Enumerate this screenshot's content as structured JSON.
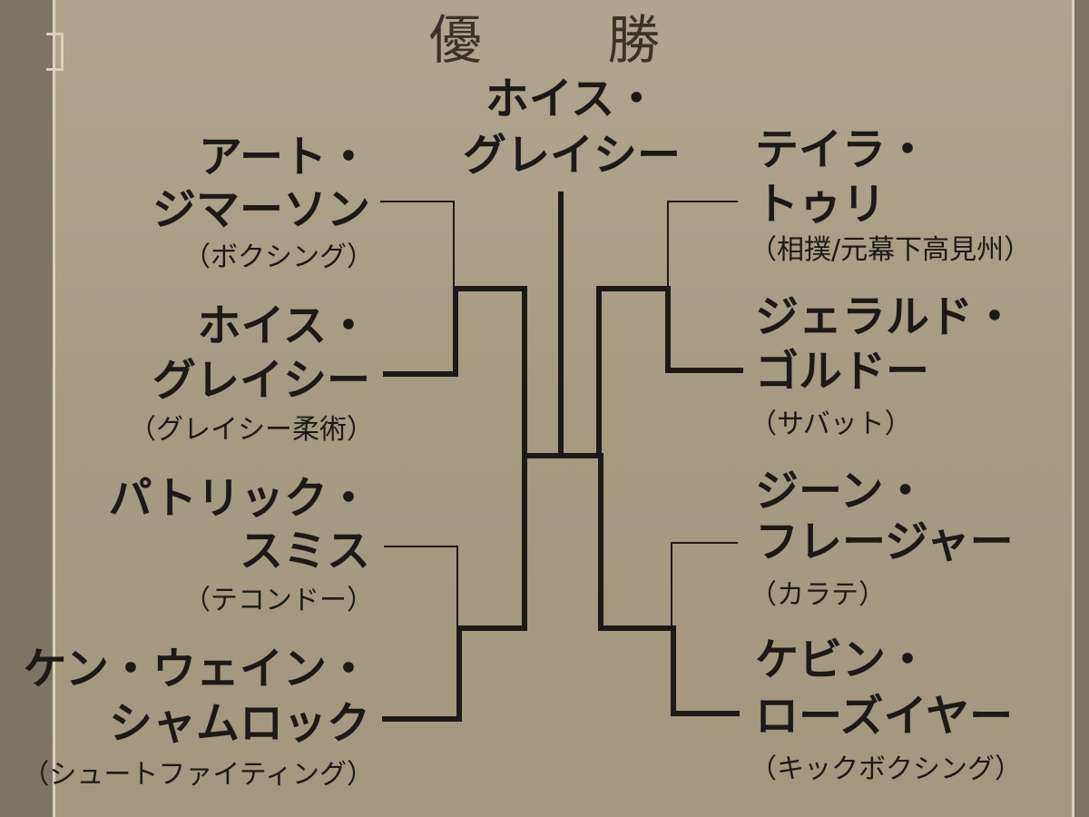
{
  "title": "優 勝",
  "champion": {
    "line1": "ホイス・",
    "line2": "グレイシー"
  },
  "left": [
    {
      "line1": "アート・",
      "line2": "ジマーソン",
      "style": "（ボクシング）"
    },
    {
      "line1": "ホイス・",
      "line2": "グレイシー",
      "style": "（グレイシー柔術）"
    },
    {
      "line1": "パトリック・",
      "line2": "スミス",
      "style": "（テコンドー）"
    },
    {
      "line1": "ケン・ウェイン・",
      "line2": "シャムロック",
      "style": "（シュートファイティング）"
    }
  ],
  "right": [
    {
      "line1": "テイラ・",
      "line2": "トゥリ",
      "style": "（相撲/元幕下高見州）"
    },
    {
      "line1": "ジェラルド・",
      "line2": "ゴルドー",
      "style": "（サバット）"
    },
    {
      "line1": "ジーン・",
      "line2": "フレージャー",
      "style": "（カラテ）"
    },
    {
      "line1": "ケビン・",
      "line2": "ローズイヤー",
      "style": "（キックボクシング）"
    }
  ]
}
